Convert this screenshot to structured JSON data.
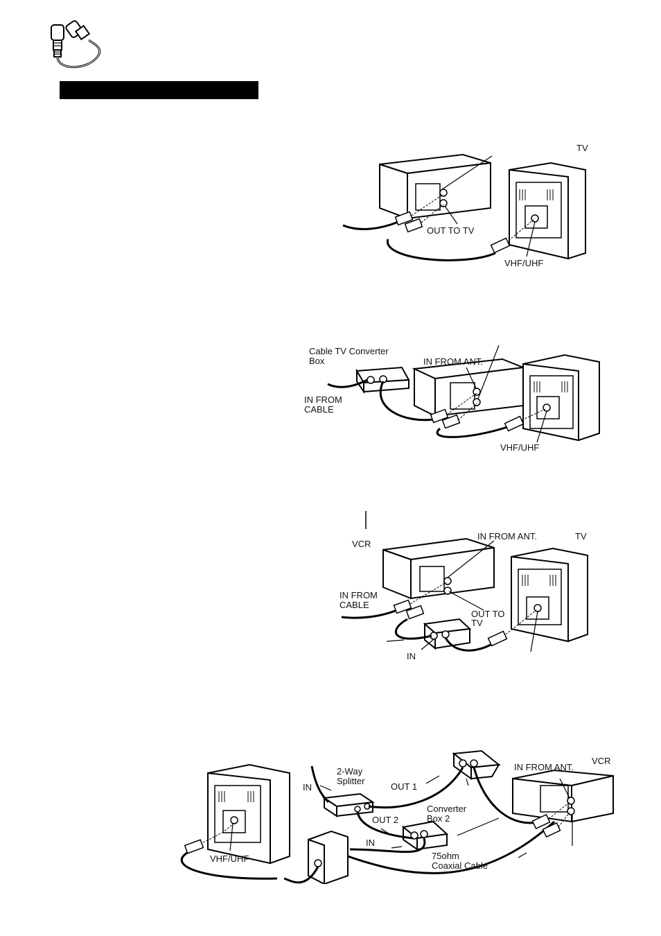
{
  "diagram1": {
    "tv": "TV",
    "out_to_tv": "OUT TO TV",
    "vhf_uhf": "VHF/UHF"
  },
  "diagram2": {
    "converter_line1": "Cable TV Converter",
    "converter_line2": "Box",
    "in_from_ant": "IN FROM ANT.",
    "in_from_cable_line1": "IN FROM",
    "in_from_cable_line2": "CABLE",
    "vhf_uhf": "VHF/UHF"
  },
  "diagram3": {
    "vcr": "VCR",
    "in_from_ant": "IN FROM ANT.",
    "tv": "TV",
    "in_from_cable_line1": "IN FROM",
    "in_from_cable_line2": "CABLE",
    "out_to_line1": "OUT TO",
    "out_to_line2": "TV",
    "in": "IN"
  },
  "diagram4": {
    "in_left": "IN",
    "splitter_line1": "2-Way",
    "splitter_line2": "Splitter",
    "out1": "OUT 1",
    "out2": "OUT 2",
    "converter2_line1": "Converter",
    "converter2_line2": "Box 2",
    "in_mid": "IN",
    "cable_line1": "75ohm",
    "cable_line2": "Coaxial Cable",
    "in_from_ant": "IN FROM ANT.",
    "vcr": "VCR",
    "vhf_uhf": "VHF/UHF"
  }
}
